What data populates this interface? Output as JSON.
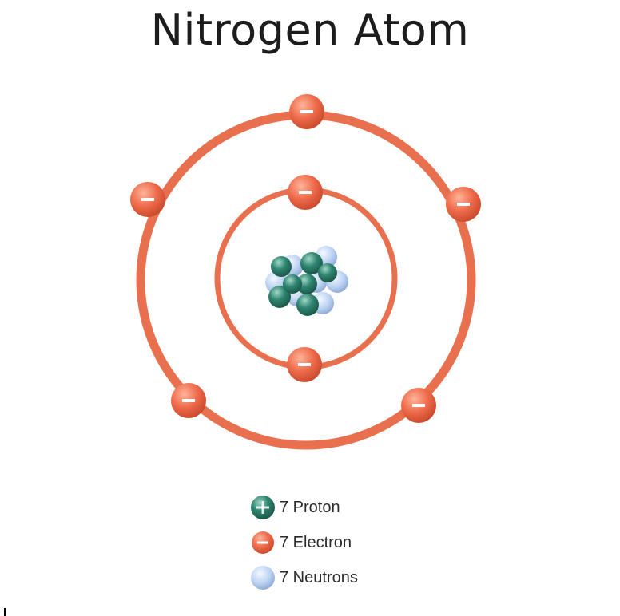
{
  "title": "Nitrogen Atom",
  "colors": {
    "orbit": "#e8704f",
    "electron": "#ee6a4a",
    "proton": "#2e8470",
    "neutron": "#bcd3f2"
  },
  "legend": [
    {
      "kind": "proton",
      "icon": "proton-icon",
      "label": "7 Proton"
    },
    {
      "kind": "electron",
      "icon": "electron-icon",
      "label": "7 Electron"
    },
    {
      "kind": "neutron",
      "icon": "neutron-icon",
      "label": "7 Neutrons"
    }
  ]
}
